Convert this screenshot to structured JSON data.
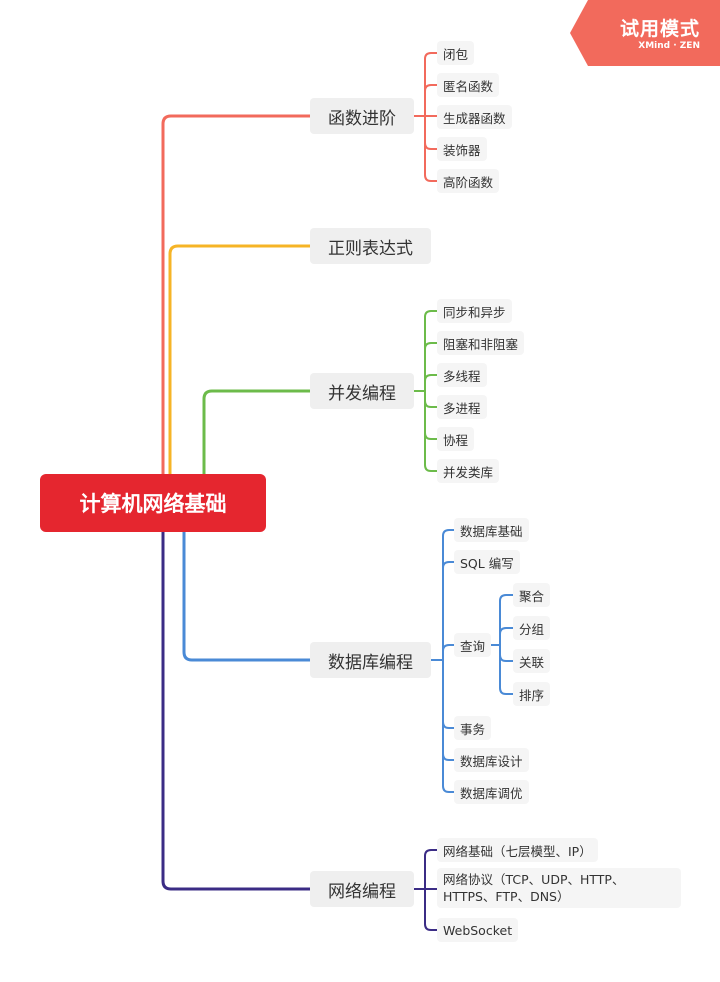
{
  "watermark": {
    "title": "试用模式",
    "brand": "XMind · ZEN"
  },
  "root": {
    "label": "计算机网络基础",
    "color": "#e5262f"
  },
  "branches": [
    {
      "label": "函数进阶",
      "color": "#f26a5c",
      "items": [
        "闭包",
        "匿名函数",
        "生成器函数",
        "装饰器",
        "高阶函数"
      ]
    },
    {
      "label": "正则表达式",
      "color": "#f6b426",
      "items": []
    },
    {
      "label": "并发编程",
      "color": "#6cbb4a",
      "items": [
        "同步和异步",
        "阻塞和非阻塞",
        "多线程",
        "多进程",
        "协程",
        "并发类库"
      ]
    },
    {
      "label": "数据库编程",
      "color": "#4a8ad6",
      "items": [
        "数据库基础",
        "SQL 编写",
        "查询",
        "事务",
        "数据库设计",
        "数据库调优"
      ],
      "sub_items": [
        "聚合",
        "分组",
        "关联",
        "排序"
      ]
    },
    {
      "label": "网络编程",
      "color": "#3b2c85",
      "items": [
        "网络基础（七层模型、IP）",
        "网络协议（TCP、UDP、HTTP、HTTPS、FTP、DNS）",
        "WebSocket"
      ]
    }
  ]
}
